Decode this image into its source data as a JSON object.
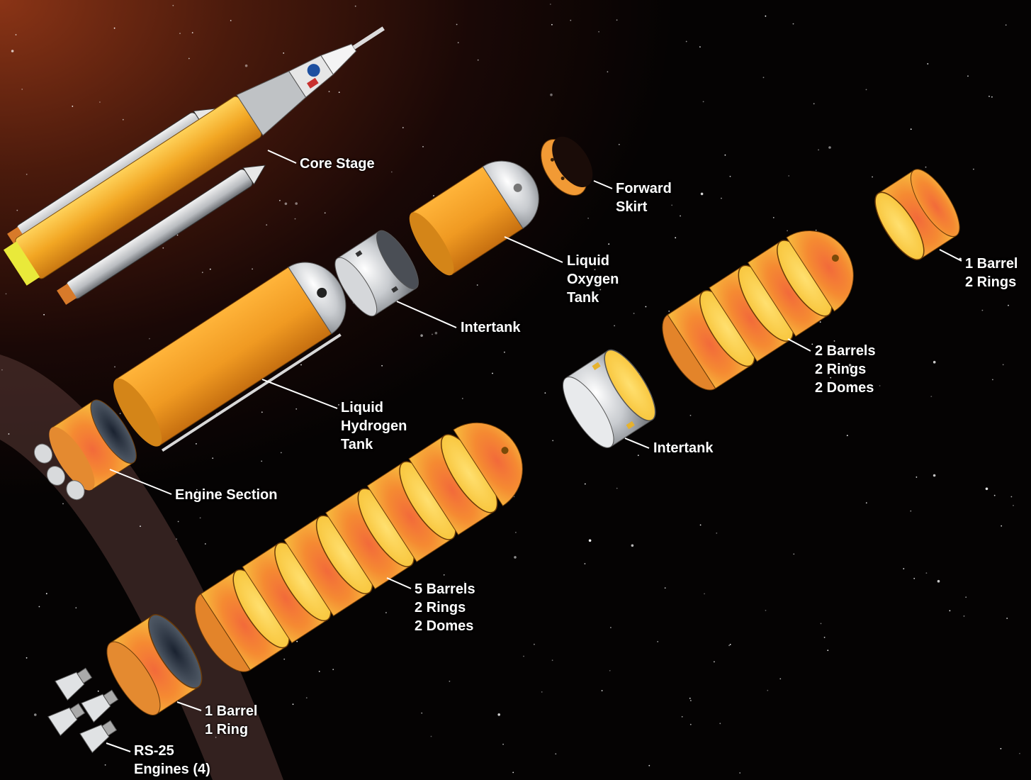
{
  "colors": {
    "space": "#050303",
    "glow": "#7a2a12",
    "core_orange": "#f0a825",
    "segment_orange": "#f39a2e",
    "segment_hot": "#f2683a",
    "segment_inner": "#ffd23f",
    "metal": "#c9ccd0",
    "metal_dark": "#8a8e93",
    "leader": "#ffffff"
  },
  "labels": {
    "core_stage": "Core Stage",
    "forward_skirt": [
      "Forward",
      "Skirt"
    ],
    "liquid_oxygen_tank": [
      "Liquid",
      "Oxygen",
      "Tank"
    ],
    "intertank_top": "Intertank",
    "liquid_hydrogen_tank": [
      "Liquid",
      "Hydrogen",
      "Tank"
    ],
    "engine_section": "Engine Section",
    "forward_skirt_parts": [
      "1 Barrel",
      "2 Rings"
    ],
    "lox_tank_parts": [
      "2 Barrels",
      "2 Rings",
      "2 Domes"
    ],
    "intertank_right": "Intertank",
    "lh2_tank_parts": [
      "5 Barrels",
      "2 Rings",
      "2 Domes"
    ],
    "engine_section_parts": [
      "1 Barrel",
      "1 Ring"
    ],
    "rs25_engines": [
      "RS-25",
      "Engines (4)"
    ]
  }
}
